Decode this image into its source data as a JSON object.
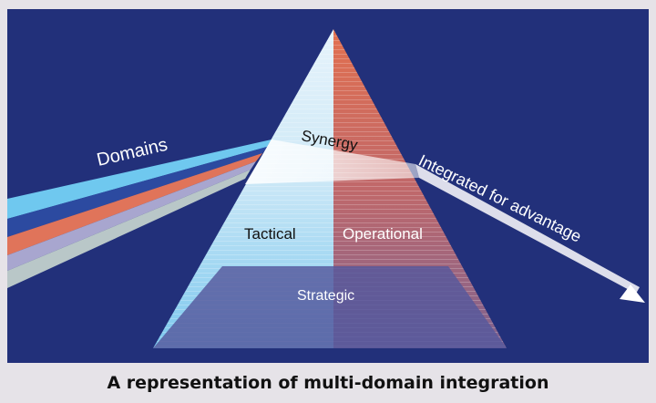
{
  "diagram": {
    "labels": {
      "domains": "Domains",
      "synergy": "Synergy",
      "tactical": "Tactical",
      "operational": "Operational",
      "strategic": "Strategic",
      "integrated": "Integrated for advantage"
    },
    "beam_colors": [
      "#6fc8ef",
      "#2c4aa0",
      "#e0745a",
      "#a8a6cf",
      "#b9c7c8"
    ],
    "colors": {
      "background": "#22307a",
      "tactical_face": "#8fd2f2",
      "operational_face": "#c9736e",
      "strategic_face": "#5a5a9e"
    }
  },
  "caption": "A representation of multi-domain integration"
}
